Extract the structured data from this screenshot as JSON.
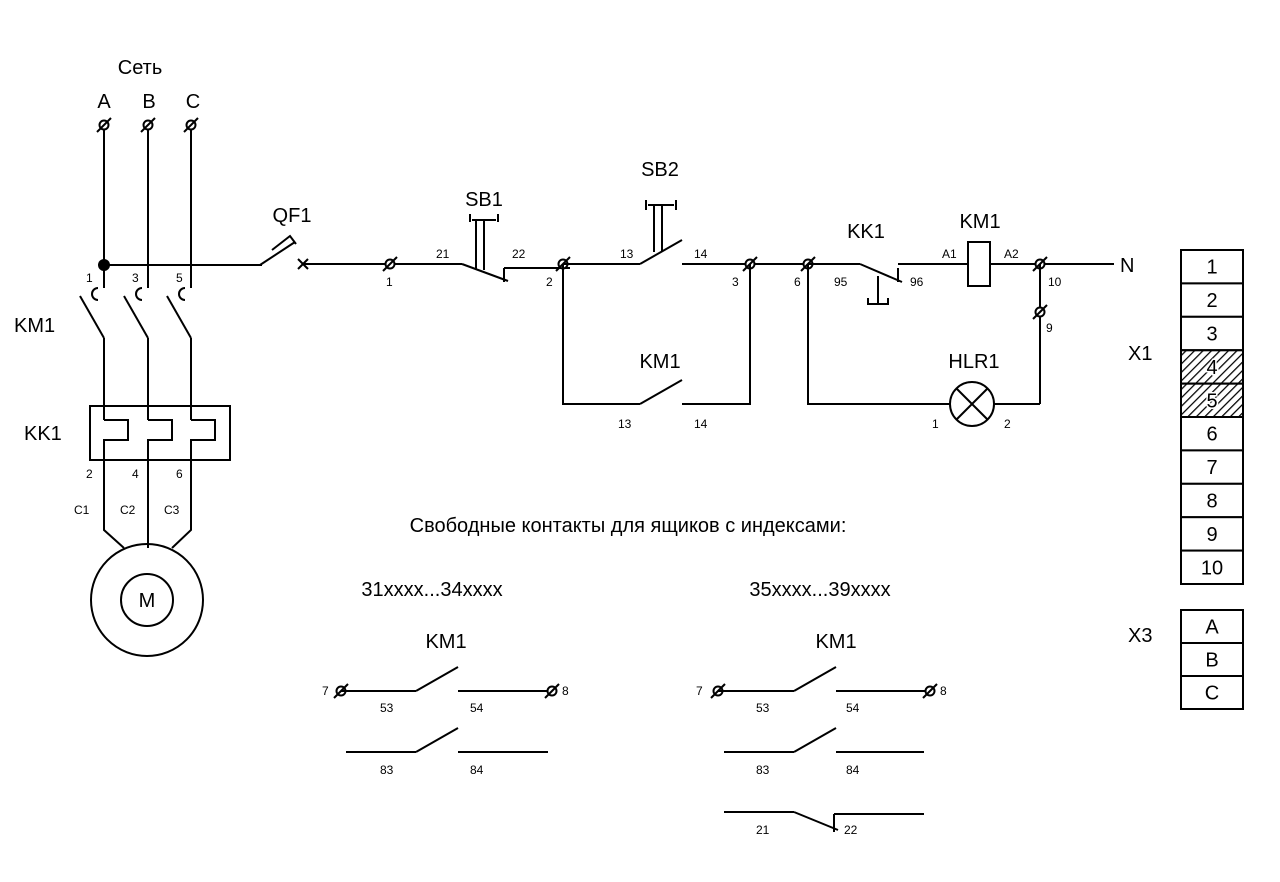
{
  "supply": {
    "title": "Сеть",
    "phases": [
      "A",
      "B",
      "C"
    ]
  },
  "power": {
    "contactor": "KM1",
    "relay": "KK1",
    "top_terminals": [
      "1",
      "3",
      "5"
    ],
    "bottom_terminals": [
      "2",
      "4",
      "6"
    ],
    "motor_leads": [
      "C1",
      "C2",
      "C3"
    ],
    "motor": "M"
  },
  "control": {
    "breaker": "QF1",
    "stop_button": "SB1",
    "start_button": "SB2",
    "overload": "KK1",
    "coil": "KM1",
    "lamp": "HLR1",
    "neutral": "N",
    "hold_contact": "KM1",
    "nodes": [
      "1",
      "2",
      "3",
      "6",
      "10",
      "9"
    ],
    "pins": {
      "sb1_in": "21",
      "sb1_out": "22",
      "sb2_in": "13",
      "sb2_out": "14",
      "kk_in": "95",
      "kk_out": "96",
      "coil_a1": "A1",
      "coil_a2": "A2",
      "hold_in": "13",
      "hold_out": "14",
      "lamp_in": "1",
      "lamp_out": "2"
    }
  },
  "aux": {
    "title": "Свободные контакты для ящиков с индексами:",
    "groups": [
      {
        "range": "31xxxx...34xxxx",
        "device": "KM1",
        "terminals": [
          "7",
          "8"
        ],
        "contacts": [
          [
            "53",
            "54"
          ],
          [
            "83",
            "84"
          ]
        ]
      },
      {
        "range": "35xxxx...39xxxx",
        "device": "KM1",
        "terminals": [
          "7",
          "8"
        ],
        "contacts": [
          [
            "53",
            "54"
          ],
          [
            "83",
            "84"
          ],
          [
            "21",
            "22"
          ]
        ]
      }
    ]
  },
  "terminal_blocks": [
    {
      "name": "X1",
      "cells": [
        "1",
        "2",
        "3",
        "4",
        "5",
        "6",
        "7",
        "8",
        "9",
        "10"
      ],
      "hatched": [
        "4",
        "5"
      ]
    },
    {
      "name": "X3",
      "cells": [
        "A",
        "B",
        "C"
      ],
      "hatched": []
    }
  ]
}
